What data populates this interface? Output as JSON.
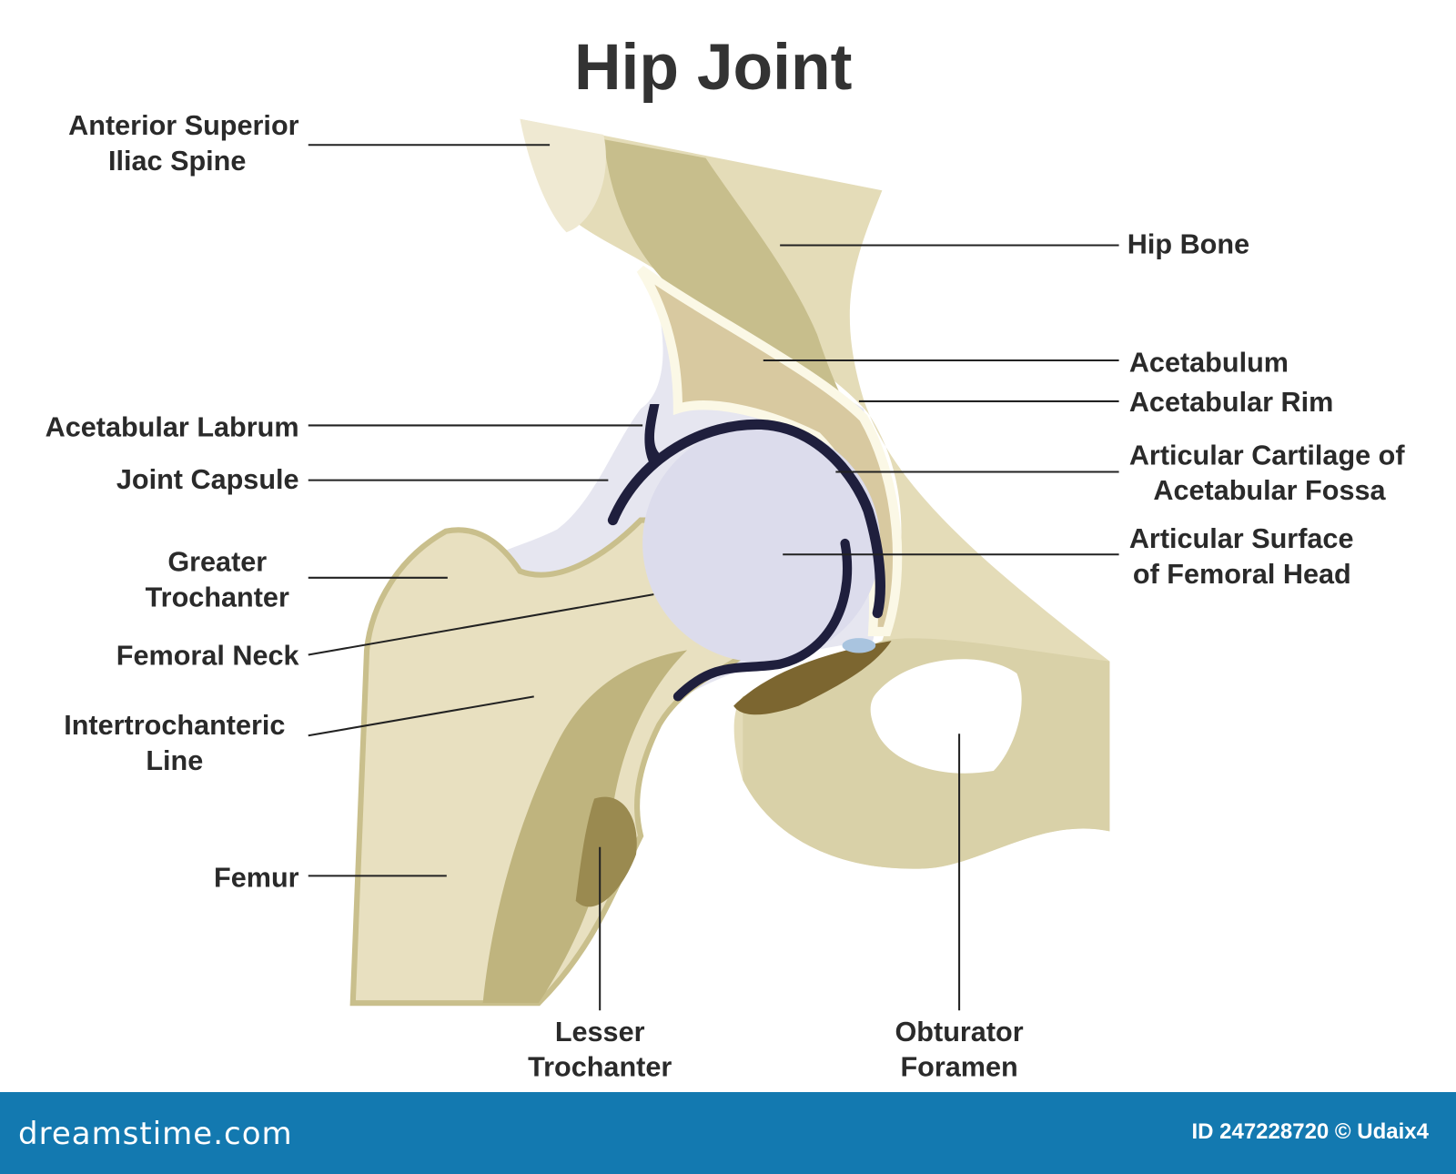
{
  "title": "Hip Joint",
  "labels": {
    "asis_1": "Anterior Superior",
    "asis_2": "Iliac Spine",
    "hip_bone": "Hip Bone",
    "acetabulum": "Acetabulum",
    "acetabular_rim": "Acetabular Rim",
    "cartilage_1": "Articular Cartilage of",
    "cartilage_2": "Acetabular Fossa",
    "surface_1": "Articular Surface",
    "surface_2": "of Femoral Head",
    "labrum": "Acetabular Labrum",
    "capsule": "Joint Capsule",
    "greater_1": "Greater",
    "greater_2": "Trochanter",
    "neck": "Femoral Neck",
    "inter_1": "Intertrochanteric",
    "inter_2": "Line",
    "femur": "Femur",
    "lesser_1": "Lesser",
    "lesser_2": "Trochanter",
    "obturator_1": "Obturator",
    "obturator_2": "Foramen"
  },
  "footer": {
    "brand": "dreamstime.com",
    "credit": "ID 247228720 © Udaix4"
  },
  "colors": {
    "bone_light": "#ede6cc",
    "bone_mid": "#d4cca0",
    "bone_dark": "#b9b07c",
    "bone_brown": "#7c6630",
    "cartilage": "#dcdcec",
    "navy": "#1f1f3d",
    "footer": "#1379b0"
  }
}
